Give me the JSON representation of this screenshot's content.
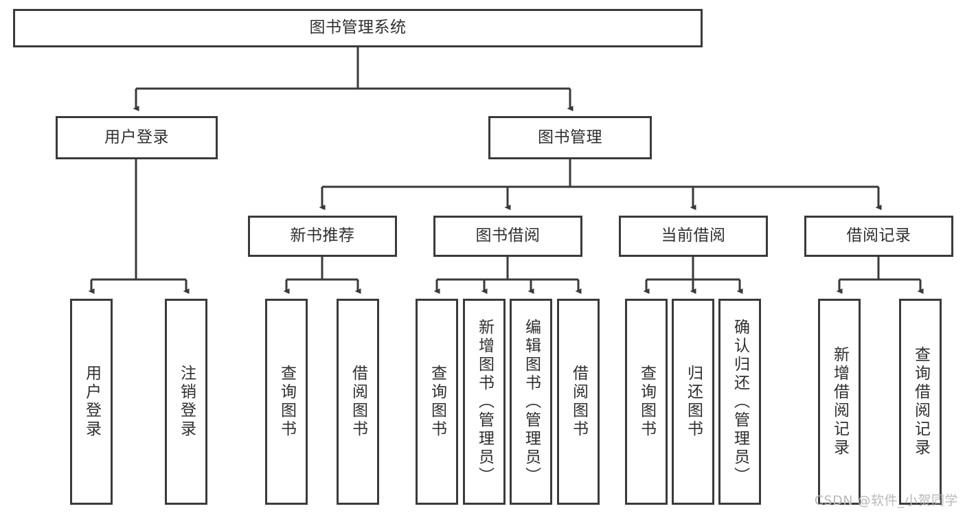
{
  "diagram": {
    "type": "tree",
    "title": "图书管理系统",
    "root": {
      "label": "图书管理系统"
    },
    "level2": [
      {
        "label": "用户登录"
      },
      {
        "label": "图书管理"
      }
    ],
    "level3": [
      {
        "label": "新书推荐"
      },
      {
        "label": "图书借阅"
      },
      {
        "label": "当前借阅"
      },
      {
        "label": "借阅记录"
      }
    ],
    "leaves": {
      "user_login": [
        {
          "label": "用户登录"
        },
        {
          "label": "注销登录"
        }
      ],
      "new_book_recommend": [
        {
          "label": "查询图书"
        },
        {
          "label": "借阅图书"
        }
      ],
      "book_borrow": [
        {
          "label": "查询图书"
        },
        {
          "label": "新增图书（管理员）"
        },
        {
          "label": "编辑图书（管理员）"
        },
        {
          "label": "借阅图书"
        }
      ],
      "current_borrow": [
        {
          "label": "查询图书"
        },
        {
          "label": "归还图书"
        },
        {
          "label": "确认归还（管理员）"
        }
      ],
      "borrow_record": [
        {
          "label": "新增借阅记录"
        },
        {
          "label": "查询借阅记录"
        }
      ]
    }
  },
  "watermark": {
    "text": "CSDN @软件_小贺同学"
  },
  "colors": {
    "stroke": "#3a3a3a",
    "text": "#2f2f2f",
    "background": "#ffffff",
    "watermark": "#b9b9b9"
  }
}
